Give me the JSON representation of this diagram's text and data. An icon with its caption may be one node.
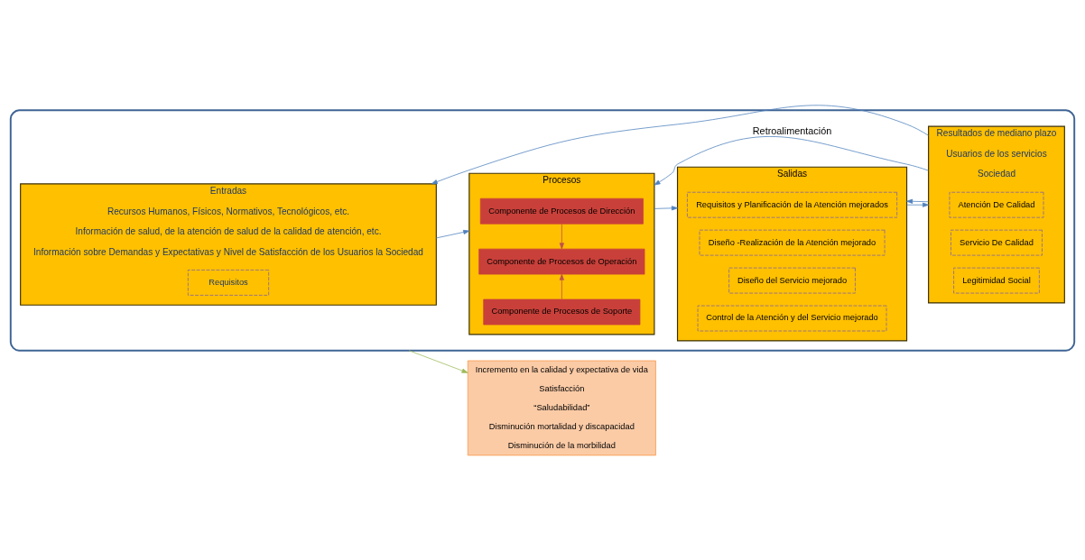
{
  "diagram": {
    "nodes": [
      {
        "text": [],
        "shape": "box"
      },
      {
        "text": [
          "Entradas",
          "Recursos Humanos, Físicos, Normativos, Tecnológicos, etc.",
          "Información de salud, de la atención de salud de la calidad de atención, etc.",
          "Información sobre Demandas y Expectativas y Nivel de Satisfacción de los Usuarios la Sociedad"
        ],
        "in": 0
      },
      {
        "text": [
          "Requisitos"
        ],
        "in": 1
      },
      {
        "text": [
          "Procesos"
        ],
        "in": 0
      },
      {
        "text": [
          "Componente de Procesos de Dirección"
        ],
        "in": 3
      },
      {
        "text": [
          "Componente de Procesos de Operación"
        ],
        "in": 3
      },
      {
        "text": [
          "Componente de Procesos de Soporte"
        ],
        "in": 3
      },
      {
        "text": [
          "Salidas"
        ],
        "in": 0
      },
      {
        "text": [
          "Requisitos y Planificación de la Atención mejorados"
        ],
        "in": 7
      },
      {
        "text": [
          "Diseño -Realización de la Atención mejorado"
        ],
        "in": 7
      },
      {
        "text": [
          "Diseño del Servicio mejorado"
        ],
        "in": 7
      },
      {
        "text": [
          "Control de la Atención y del Servicio mejorado"
        ],
        "in": 7
      },
      {
        "text": [
          "Resultados de mediano plazo",
          "Usuarios de los servicios",
          "Sociedad"
        ],
        "in": 0
      },
      {
        "text": [
          "Atención De Calidad"
        ],
        "in": 12
      },
      {
        "text": [
          "Servicio De Calidad"
        ],
        "in": 12
      },
      {
        "text": [
          "Legitimidad Social"
        ],
        "in": 12
      },
      {
        "text": [
          "Incremento en la calidad y expectativa de vida",
          "Satisfacción",
          "“Saludabilidad”",
          "Disminución mortalidad y discapacidad",
          "Disminución de la morbilidad"
        ]
      }
    ],
    "edges": [
      {
        "from": 4,
        "to": 5,
        "arrow": "to",
        "color": "#c0504d"
      },
      {
        "from": 6,
        "to": 5,
        "arrow": "to",
        "color": "#c0504d"
      },
      {
        "from": 1,
        "to": 3,
        "arrow": "to"
      },
      {
        "from": 3,
        "to": 7,
        "arrow": "to"
      },
      {
        "from": 7,
        "to": 12,
        "arrow": "to"
      },
      {
        "from": 0,
        "to": 16,
        "arrow": "to",
        "color": "#9bbb59"
      },
      {
        "from": 12,
        "to": 1,
        "arrow": "to"
      },
      {
        "from": 12,
        "to": 3,
        "arrow": "to",
        "label": "Retroalimentación"
      },
      {
        "from": 12,
        "to": 7,
        "arrow": "to"
      }
    ]
  }
}
